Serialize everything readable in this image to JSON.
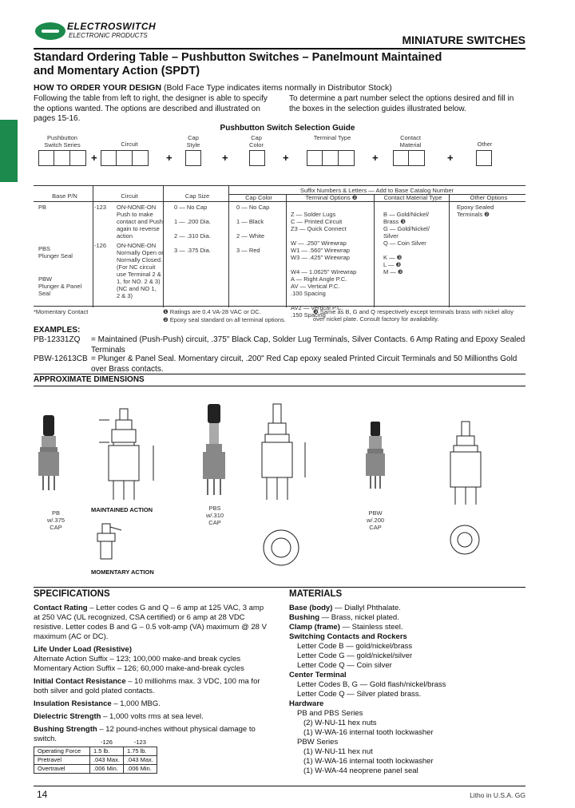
{
  "brand": {
    "name": "ELECTROSWITCH",
    "sub": "ELECTRONIC PRODUCTS"
  },
  "series_title": "MINIATURE SWITCHES",
  "title": {
    "line1": "Standard Ordering Table – Pushbutton Switches – Panelmount Maintained",
    "line2": "and Momentary Action (SPDT)"
  },
  "how_to": {
    "heading": "HOW TO ORDER YOUR DESIGN",
    "heading_note": "(Bold Face Type indicates items normally in Distributor Stock)",
    "left": [
      "Following the table from left to right, the designer is able to specify",
      "the options wanted. The options are described and illustrated on",
      "pages 15-16."
    ],
    "right": [
      "To determine a part number select the options desired and fill in",
      "the boxes in the selection guides illustrated below."
    ]
  },
  "guide": {
    "title": "Pushbutton Switch Selection Guide",
    "labels": [
      "Pushbutton Switch Series",
      "Circuit",
      "Cap Style",
      "Cap Color",
      "Terminal Type",
      "Contact Material",
      "Other"
    ]
  },
  "table": {
    "suffix_header": "Suffix Numbers & Letters — Add to Base Catalog Number",
    "headers": [
      "Base P/N",
      "Circuit",
      "Cap Size",
      "Cap Color",
      "Terminal Options ❷",
      "Contact Material Type",
      "Other Options"
    ],
    "base": [
      "PB",
      "PBS\nPlunger Seal",
      "PBW\nPlunger & Panel\nSeal"
    ],
    "circuit": [
      {
        "code": "-123",
        "text": "ON-NONE-ON\nPush to make\ncontact and Push\nagain to reverse\naction"
      },
      {
        "code": "-126",
        "text": "ON-NONE-ON\nNormally Open or\nNormally Closed.\n(For NC circuit\nuse Terminal 2 &\n1, for NO. 2 & 3)\n(NC and NO 1,\n2 & 3)"
      }
    ],
    "cap_size": [
      "0 — No Cap",
      "1 — .200 Dia.",
      "2 — .310 Dia.",
      "3 — .375 Dia."
    ],
    "cap_color": [
      "0 — No Cap",
      "1 — Black",
      "2 — White",
      "3 — Red"
    ],
    "terminal": [
      "Z — Solder Lugs",
      "C — Printed Circuit",
      "Z3 — Quick Connect",
      "W — .250\" Wirewrap",
      "W1 — .560\" Wirewrap",
      "W3 — .425\" Wirewrap",
      "W4 — 1.0625\" Wirewrap",
      "A — Right Angle P.C.",
      "AV — Vertical P.C.\n.100 Spacing",
      "AV2 — Vertical P.C.\n.150 Spacing"
    ],
    "contact": [
      "B — Gold/Nickel/\nBrass ❸",
      "G — Gold/Nickel/\nSilver",
      "Q — Coin Silver",
      "K — ❸",
      "L — ❸",
      "M — ❸"
    ],
    "other": [
      "Epoxy Sealed\nTerminals ❷"
    ],
    "footnote_mom": "*Momentary Contact",
    "notes": [
      "❶ Ratings are 0.4 VA-28 VAC or DC.",
      "❷ Epoxy seal standard on all terminal options.",
      "❸ Same as B, G and Q respectively except terminals brass with nickel alloy over nickel plate. Consult factory for availability."
    ]
  },
  "examples": {
    "heading": "EXAMPLES:",
    "items": [
      {
        "pn": "PB-12331ZQ",
        "desc": "= Maintained (Push-Push) circuit, .375\" Black Cap, Solder Lug Terminals, Silver Contacts. 6 Amp Rating and Epoxy Sealed Terminals"
      },
      {
        "pn": "PBW-12613CB",
        "desc": "= Plunger & Panel Seal. Momentary circuit, .200\" Red Cap epoxy sealed Printed Circuit Terminals and 50 Millionths Gold over Brass contacts."
      }
    ]
  },
  "dimensions": {
    "heading": "APPROXIMATE DIMENSIONS",
    "captions": [
      "PB\nw/.375\nCAP",
      "MAINTAINED ACTION",
      "MOMENTARY ACTION",
      "PBS\nw/.310\nCAP",
      "PBW\nw/.200\nCAP"
    ]
  },
  "specs": {
    "heading": "SPECIFICATIONS",
    "items": [
      {
        "label": "Contact Rating",
        "text": " – Letter codes G and Q – 6 amp at 125 VAC, 3 amp at 250 VAC (UL recognized, CSA certified) or 6 amp at 28 VDC resistive. Letter codes B and G – 0.5 volt-amp (VA) maximum @ 28 V maximum (AC or DC)."
      },
      {
        "label": "Life Under Load (Resistive)",
        "text": ""
      },
      {
        "label": "",
        "text": "Alternate Action Suffix – 123; 100,000 make-and break cycles"
      },
      {
        "label": "",
        "text": "Momentary Action Suffix – 126; 60,000 make-and-break cycles"
      },
      {
        "label": "Initial Contact Resistance",
        "text": " – 10 milliohms max. 3 VDC, 100 ma for both silver and gold plated contacts."
      },
      {
        "label": "Insulation Resistance",
        "text": " – 1,000 MBG."
      },
      {
        "label": "Dielectric Strength",
        "text": " – 1,000 volts rms at sea level."
      },
      {
        "label": "Bushing Strength",
        "text": " – 12 pound-inches without physical damage to switch."
      }
    ],
    "force_table": {
      "cols": [
        "-126",
        "-123"
      ],
      "rows": [
        [
          "Operating Force",
          "1.5 lb.",
          "1.75 lb."
        ],
        [
          "Pretravel",
          ".043 Max.",
          ".043 Max."
        ],
        [
          "Overtravel",
          ".006 Min.",
          ".006 Min."
        ]
      ]
    }
  },
  "materials": {
    "heading": "MATERIALS",
    "items": [
      {
        "label": "Base (body)",
        "text": " — Diallyl Phthalate."
      },
      {
        "label": "Bushing",
        "text": " — Brass, nickel plated."
      },
      {
        "label": "Clamp (frame)",
        "text": " — Stainless steel."
      },
      {
        "label": "Switching Contacts and Rockers",
        "text": ""
      },
      {
        "label": "",
        "text": "Letter Code B — gold/nickel/brass"
      },
      {
        "label": "",
        "text": "Letter Code G — gold/nickel/silver"
      },
      {
        "label": "",
        "text": "Letter Code Q — Coin silver"
      },
      {
        "label": "Center Terminal",
        "text": ""
      },
      {
        "label": "",
        "text": "Letter Codes B, G — Gold flash/nickel/brass"
      },
      {
        "label": "",
        "text": "Letter Code Q — Silver plated brass."
      },
      {
        "label": "Hardware",
        "text": ""
      },
      {
        "label": "",
        "text": "PB and PBS Series"
      },
      {
        "label": "",
        "text": "(2) W-NU-11 hex nuts"
      },
      {
        "label": "",
        "text": "(1) W-WA-16 internal tooth lockwasher"
      },
      {
        "label": "",
        "text": "PBW Series"
      },
      {
        "label": "",
        "text": "(1) W-NU-11 hex nut"
      },
      {
        "label": "",
        "text": "(1) W-WA-16 internal tooth lockwasher"
      },
      {
        "label": "",
        "text": "(1) W-WA-44 neoprene panel seal"
      }
    ]
  },
  "footer": {
    "page": "14",
    "litho": "Litho in U.S.A. GG"
  }
}
